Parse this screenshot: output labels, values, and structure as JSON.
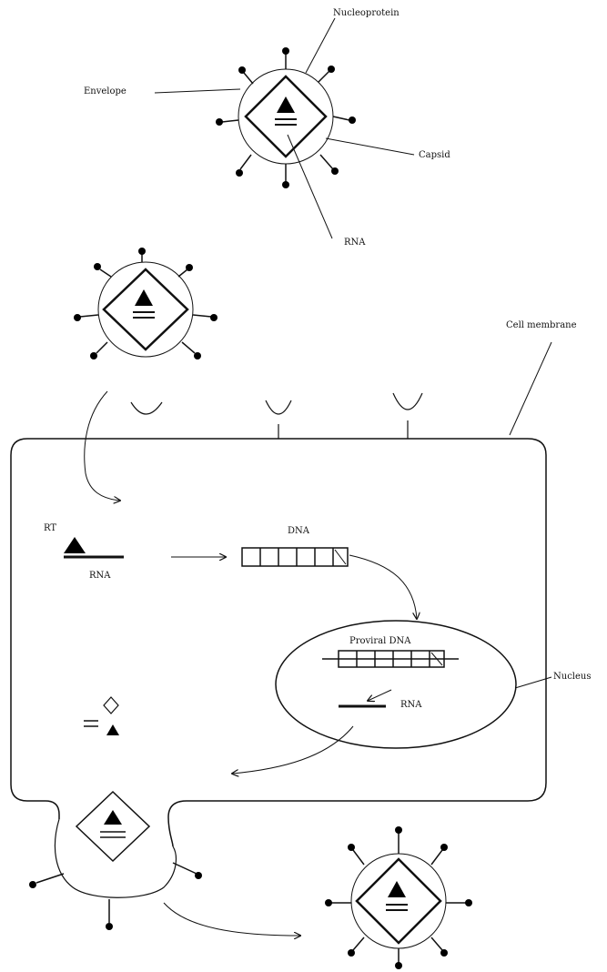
{
  "labels": {
    "glycoprotein": "Nucleoprotein",
    "envelope": "Envelope",
    "capsid": "Capsid",
    "rna": "RNA",
    "cell_membrane": "Cell membrane",
    "rt": "RT",
    "rna_template": "RNA",
    "dna": "DNA",
    "proviral_dna": "Proviral DNA",
    "nucleus": "Nucleus",
    "mrna": "RNA"
  },
  "colors": {
    "ink": "#111111",
    "fill": "#000000",
    "background": "#ffffff"
  }
}
